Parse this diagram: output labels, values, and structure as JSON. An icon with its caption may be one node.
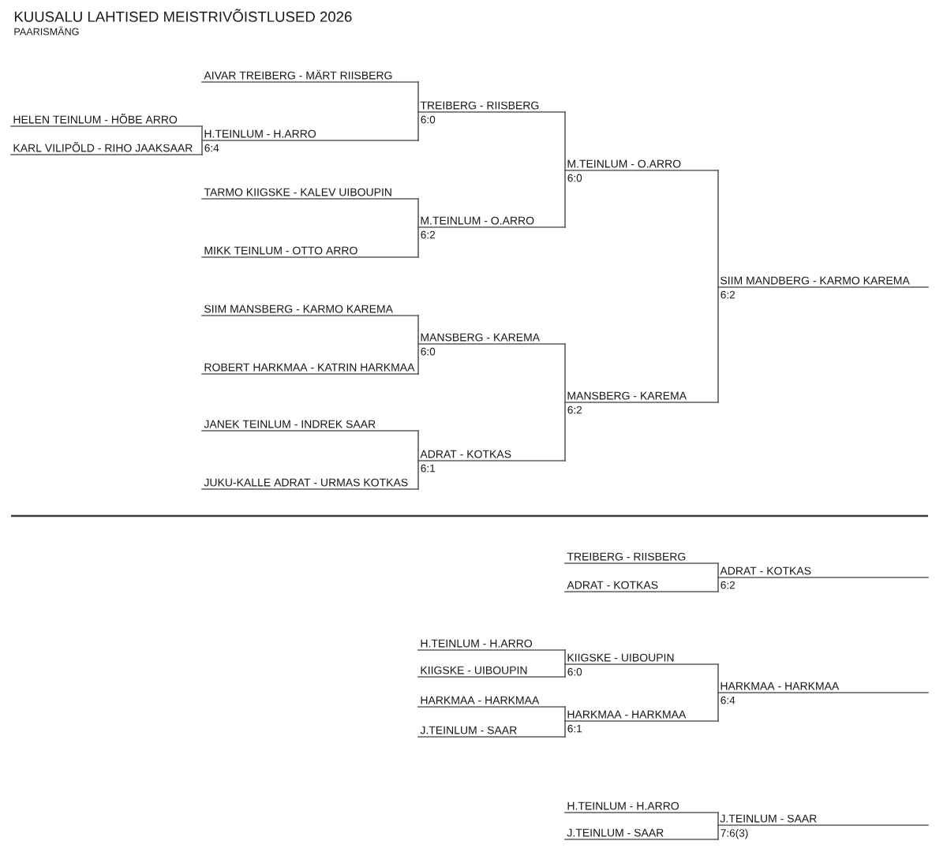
{
  "diagram": {
    "title": "KUUSALU LAHTISED MEISTRIVÕISTLUSED 2026",
    "nodes": [
      {
        "text": [
          "AIVAR TREIBERG - MÄRT RIISBERG"
        ]
      },
      {
        "text": [
          "TREIBERG - RIISBERG",
          "6:0"
        ]
      },
      {
        "text": [
          "HELEN TEINLUM - HÕBE ARRO"
        ]
      },
      {
        "text": [
          "H.TEINLUM - H.ARRO",
          "6:4"
        ]
      },
      {
        "text": [
          "KARL VILIPÕLD - RIHO JAAKSAAR"
        ]
      },
      {
        "text": [
          "M.TEINLUM - O.ARRO",
          "6:0"
        ]
      },
      {
        "text": [
          "TARMO KIIGSKE - KALEV UIBOUPIN"
        ]
      },
      {
        "text": [
          "M.TEINLUM - O.ARRO",
          "6:2"
        ]
      },
      {
        "text": [
          "MIKK TEINLUM - OTTO ARRO"
        ]
      },
      {
        "text": [
          "SIIM MANDBERG - KARMO KAREMA",
          "6:2"
        ]
      },
      {
        "text": [
          "SIIM MANSBERG - KARMO KAREMA"
        ]
      },
      {
        "text": [
          "MANSBERG - KAREMA",
          "6:0"
        ]
      },
      {
        "text": [
          "ROBERT HARKMAA - KATRIN HARKMAA"
        ]
      },
      {
        "text": [
          "MANSBERG - KAREMA",
          "6:2"
        ]
      },
      {
        "text": [
          "JANEK TEINLUM - INDREK SAAR"
        ]
      },
      {
        "text": [
          "ADRAT - KOTKAS",
          "6:1"
        ]
      },
      {
        "text": [
          "JUKU-KALLE ADRAT - URMAS KOTKAS"
        ]
      },
      {
        "text": [
          "TREIBERG - RIISBERG"
        ]
      },
      {
        "text": [
          "ADRAT - KOTKAS",
          "6:2"
        ]
      },
      {
        "text": [
          "ADRAT - KOTKAS"
        ]
      },
      {
        "text": [
          "H.TEINLUM - H.ARRO"
        ]
      },
      {
        "text": [
          "KIIGSKE - UIBOUPIN",
          "6:0"
        ]
      },
      {
        "text": [
          "KIIGSKE - UIBOUPIN"
        ]
      },
      {
        "text": [
          "HARKMAA - HARKMAA",
          "6:4"
        ]
      },
      {
        "text": [
          "HARKMAA - HARKMAA"
        ]
      },
      {
        "text": [
          "HARKMAA - HARKMAA",
          "6:1"
        ]
      },
      {
        "text": [
          "J.TEINLUM - SAAR"
        ]
      },
      {
        "text": [
          "H.TEINLUM - H.ARRO"
        ]
      },
      {
        "text": [
          "J.TEINLUM - SAAR",
          "7:6(3)"
        ]
      },
      {
        "text": [
          "J.TEINLUM - SAAR"
        ]
      }
    ],
    "edges": [
      {
        "from": 2,
        "to": 3,
        "arrow": "none"
      },
      {
        "from": 4,
        "to": 3,
        "arrow": "none"
      },
      {
        "from": 0,
        "to": 1,
        "arrow": "none"
      },
      {
        "from": 3,
        "to": 1,
        "arrow": "none"
      },
      {
        "from": 6,
        "to": 7,
        "arrow": "none"
      },
      {
        "from": 8,
        "to": 7,
        "arrow": "none"
      },
      {
        "from": 10,
        "to": 11,
        "arrow": "none"
      },
      {
        "from": 12,
        "to": 11,
        "arrow": "none"
      },
      {
        "from": 14,
        "to": 15,
        "arrow": "none"
      },
      {
        "from": 16,
        "to": 15,
        "arrow": "none"
      },
      {
        "from": 1,
        "to": 5,
        "arrow": "none"
      },
      {
        "from": 7,
        "to": 5,
        "arrow": "none"
      },
      {
        "from": 11,
        "to": 13,
        "arrow": "none"
      },
      {
        "from": 15,
        "to": 13,
        "arrow": "none"
      },
      {
        "from": 5,
        "to": 9,
        "arrow": "none"
      },
      {
        "from": 13,
        "to": 9,
        "arrow": "none"
      },
      {
        "from": 17,
        "to": 18,
        "arrow": "none"
      },
      {
        "from": 19,
        "to": 18,
        "arrow": "none"
      },
      {
        "from": 20,
        "to": 21,
        "arrow": "none"
      },
      {
        "from": 22,
        "to": 21,
        "arrow": "none"
      },
      {
        "from": 24,
        "to": 25,
        "arrow": "none"
      },
      {
        "from": 26,
        "to": 25,
        "arrow": "none"
      },
      {
        "from": 21,
        "to": 23,
        "arrow": "none"
      },
      {
        "from": 25,
        "to": 23,
        "arrow": "none"
      },
      {
        "from": 27,
        "to": 28,
        "arrow": "none"
      },
      {
        "from": 29,
        "to": 28,
        "arrow": "none"
      }
    ],
    "labels": [
      "PAARISMÄNG"
    ]
  }
}
